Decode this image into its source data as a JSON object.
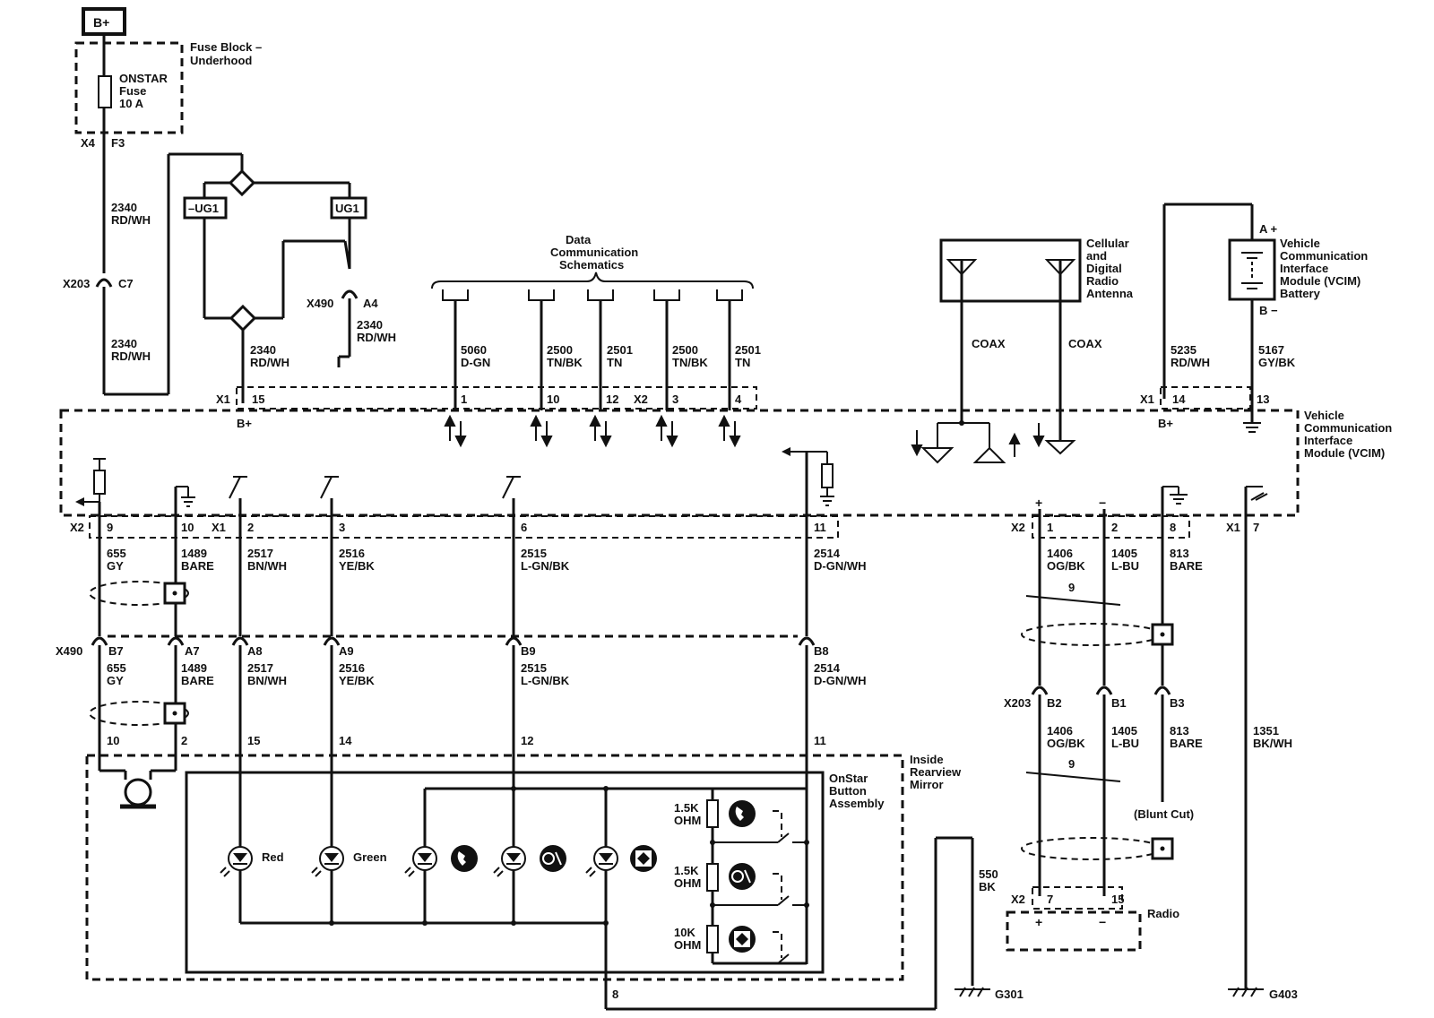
{
  "power": {
    "bplus": "B+",
    "fuse_block": [
      "Fuse Block –",
      "Underhood"
    ],
    "fuse": [
      "ONSTAR",
      "Fuse",
      "10 A"
    ]
  },
  "connectors": {
    "x4": "X4",
    "f3": "F3",
    "x203": "X203",
    "c7": "C7",
    "x490": "X490",
    "a4": "A4",
    "x1": "X1",
    "x2": "X2",
    "b7": "B7",
    "a7": "A7",
    "a8": "A8",
    "a9": "A9",
    "b9": "B9",
    "b8": "B8",
    "b2": "B2",
    "b1": "B1",
    "b3": "B3",
    "c_plus": "+",
    "c_minus": "−",
    "a_plus": "A +",
    "b_minus": "B −"
  },
  "wires": {
    "w2340": "2340",
    "rdwh": "RD/WH",
    "w5060": "5060",
    "dgn": "D-GN",
    "w2500": "2500",
    "tnbk": "TN/BK",
    "w2501": "2501",
    "tn": "TN",
    "w5235": "5235",
    "w5167": "5167",
    "gybk": "GY/BK",
    "w655": "655",
    "gy": "GY",
    "w1489": "1489",
    "bare": "BARE",
    "w2517": "2517",
    "bnwh": "BN/WH",
    "w2516": "2516",
    "yebk": "YE/BK",
    "w2515": "2515",
    "lgnbk": "L-GN/BK",
    "w2514": "2514",
    "dgnwh": "D-GN/WH",
    "w1406": "1406",
    "ogbk": "OG/BK",
    "w1405": "1405",
    "lbu": "L-BU",
    "w813": "813",
    "w1351": "1351",
    "bkwh": "BK/WH",
    "w550": "550",
    "bk": "BK",
    "coax": "COAX"
  },
  "pins": {
    "p15": "15",
    "p1": "1",
    "p10": "10",
    "p12": "12",
    "p3": "3",
    "p4": "4",
    "p14": "14",
    "p13": "13",
    "p9": "9",
    "p2": "2",
    "p6": "6",
    "p11": "11",
    "p7": "7",
    "p8": "8"
  },
  "labels": {
    "ug1n": "–UG1",
    "ug1": "UG1",
    "bplus_pin": "B+",
    "data_comm": [
      "Data",
      "Communication",
      "Schematics"
    ],
    "antenna": [
      "Cellular",
      "and",
      "Digital",
      "Radio",
      "Antenna"
    ],
    "battery": [
      "Vehicle",
      "Communication",
      "Interface",
      "Module (VCIM)",
      "Battery"
    ],
    "vcim": [
      "Vehicle",
      "Communication",
      "Interface",
      "Module (VCIM)"
    ],
    "mirror": [
      "Inside",
      "Rearview",
      "Mirror"
    ],
    "onstar_btn": [
      "OnStar",
      "Button",
      "Assembly"
    ],
    "red": "Red",
    "green": "Green",
    "ohm1": [
      "1.5K",
      "OHM"
    ],
    "ohm2": [
      "1.5K",
      "OHM"
    ],
    "ohm3": [
      "10K",
      "OHM"
    ],
    "twist": "9",
    "blunt": "(Blunt Cut)",
    "radio": "Radio",
    "g301": "G301",
    "g403": "G403"
  },
  "icons": [
    "phone-icon",
    "onstar-icon",
    "emergency-icon",
    "fuse-icon",
    "antenna-icon",
    "ground-icon",
    "led-icon",
    "microphone-icon"
  ]
}
